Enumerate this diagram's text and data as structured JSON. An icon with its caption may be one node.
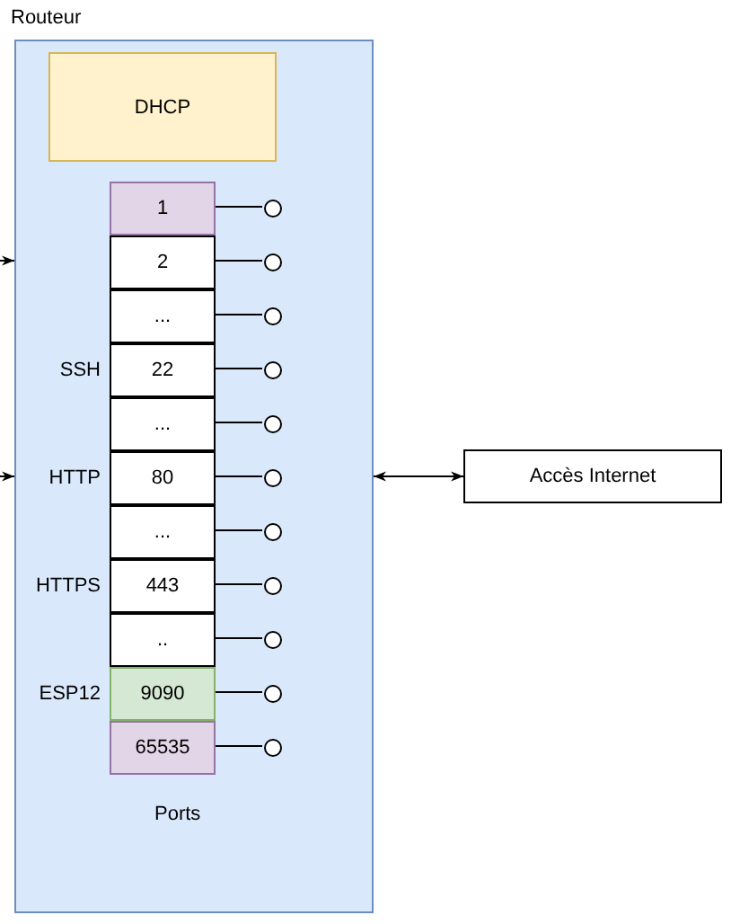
{
  "diagram": {
    "nodes": [
      {
        "text": [
          "Routeur"
        ]
      },
      {
        "text": [
          "DHCP"
        ],
        "in": 0
      },
      {
        "text": [
          "1"
        ],
        "in": 0
      },
      {
        "text": [
          "2"
        ],
        "in": 0
      },
      {
        "text": [
          "..."
        ],
        "in": 0
      },
      {
        "text": [
          "22"
        ],
        "in": 0,
        "beside": [
          "SSH"
        ]
      },
      {
        "text": [
          "..."
        ],
        "in": 0
      },
      {
        "text": [
          "80"
        ],
        "in": 0,
        "beside": [
          "HTTP"
        ]
      },
      {
        "text": [
          "..."
        ],
        "in": 0
      },
      {
        "text": [
          "443"
        ],
        "in": 0,
        "beside": [
          "HTTPS"
        ]
      },
      {
        "text": [
          ".."
        ],
        "in": 0
      },
      {
        "text": [
          "9090"
        ],
        "in": 0,
        "beside": [
          "ESP12"
        ]
      },
      {
        "text": [
          "65535"
        ],
        "in": 0
      },
      {
        "text": [],
        "shape": "circle",
        "in": 0
      },
      {
        "text": [],
        "shape": "circle",
        "in": 0
      },
      {
        "text": [],
        "shape": "circle",
        "in": 0
      },
      {
        "text": [],
        "shape": "circle",
        "in": 0
      },
      {
        "text": [],
        "shape": "circle",
        "in": 0
      },
      {
        "text": [],
        "shape": "circle",
        "in": 0
      },
      {
        "text": [],
        "shape": "circle",
        "in": 0
      },
      {
        "text": [],
        "shape": "circle",
        "in": 0
      },
      {
        "text": [],
        "shape": "circle",
        "in": 0
      },
      {
        "text": [],
        "shape": "circle",
        "in": 0
      },
      {
        "text": [],
        "shape": "circle",
        "in": 0
      },
      {
        "text": [
          "Accès Internet"
        ]
      }
    ],
    "edges": [
      {
        "from": null,
        "to": 0,
        "arrow": "to"
      },
      {
        "from": null,
        "to": 0,
        "arrow": "to"
      },
      {
        "from": 0,
        "to": 24,
        "arrow": "both"
      },
      {
        "from": 2,
        "to": 13,
        "arrow": "none"
      },
      {
        "from": 3,
        "to": 14,
        "arrow": "none"
      },
      {
        "from": 4,
        "to": 15,
        "arrow": "none"
      },
      {
        "from": 5,
        "to": 16,
        "arrow": "none"
      },
      {
        "from": 6,
        "to": 17,
        "arrow": "none"
      },
      {
        "from": 7,
        "to": 18,
        "arrow": "none"
      },
      {
        "from": 8,
        "to": 19,
        "arrow": "none"
      },
      {
        "from": 9,
        "to": 20,
        "arrow": "none"
      },
      {
        "from": 10,
        "to": 21,
        "arrow": "none"
      },
      {
        "from": 11,
        "to": 22,
        "arrow": "none"
      },
      {
        "from": 12,
        "to": 23,
        "arrow": "none"
      }
    ],
    "labels": [
      "Ports"
    ]
  }
}
